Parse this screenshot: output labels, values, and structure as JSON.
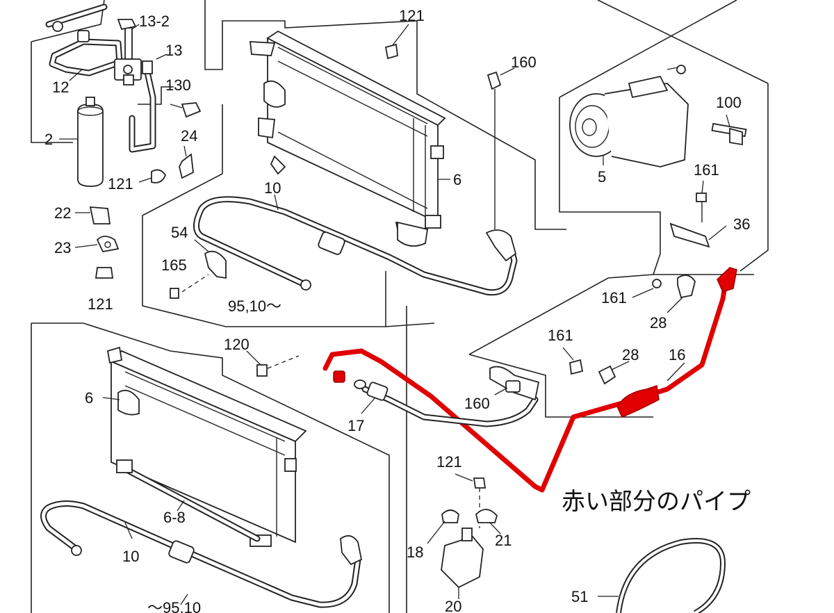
{
  "labels": {
    "l_13_2": "13-2",
    "l_13": "13",
    "l_12": "12",
    "l_130": "130",
    "l_2": "2",
    "l_24": "24",
    "l_121_a": "121",
    "l_22": "22",
    "l_23": "23",
    "l_121_b": "121",
    "l_121_top": "121",
    "l_160_top": "160",
    "l_6_top": "6",
    "l_10_top": "10",
    "l_54": "54",
    "l_165": "165",
    "l_95_10": "95,10〜",
    "l_100": "100",
    "l_5": "5",
    "l_161_a": "161",
    "l_36": "36",
    "l_161_b": "161",
    "l_28_a": "28",
    "l_161_c": "161",
    "l_28_b": "28",
    "l_16": "16",
    "l_120": "120",
    "l_160_mid": "160",
    "l_17": "17",
    "l_6_left": "6",
    "l_6_8": "6-8",
    "l_10_bottom": "10",
    "l_95_10_bottom": "〜95,10",
    "l_121_bottom": "121",
    "l_18": "18",
    "l_21": "21",
    "l_20": "20",
    "l_51": "51"
  },
  "caption": "赤い部分のパイプ",
  "colors": {
    "highlight": "#e00000",
    "line": "#222222",
    "background": "#ffffff"
  }
}
